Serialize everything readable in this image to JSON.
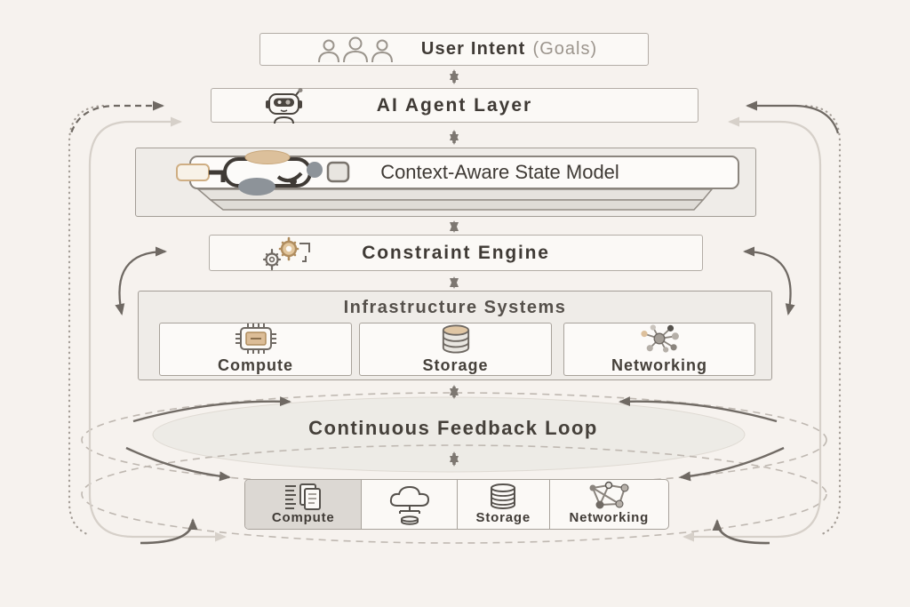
{
  "palette": {
    "background": "#f6f2ee",
    "box_fill": "#fbf9f6",
    "container_fill": "#efece8",
    "border": "#b3ada6",
    "dark_text": "#3f3a35",
    "muted_text": "#9c958d",
    "arrow_dark": "#6f6963",
    "arrow_light": "#d6d0c9",
    "dashed_loop": "#bfb8b1",
    "tan_accent": "#dcbd97",
    "shaded_cell": "#dcd8d3"
  },
  "nodes": {
    "user_intent": {
      "title": "User Intent",
      "subtitle": "(Goals)",
      "icon": "users-icon"
    },
    "ai_agent_layer": {
      "label": "AI Agent Layer",
      "icon": "robot-icon"
    },
    "state_model": {
      "label": "Context-Aware State Model",
      "icon": "flowchart-icon"
    },
    "constraint_engine": {
      "label": "Constraint Engine",
      "icon": "gears-icon"
    },
    "infrastructure": {
      "label": "Infrastructure Systems",
      "items": [
        {
          "label": "Compute",
          "icon": "cpu-icon"
        },
        {
          "label": "Storage",
          "icon": "database-icon"
        },
        {
          "label": "Networking",
          "icon": "network-hub-icon"
        }
      ]
    },
    "feedback_loop": {
      "label": "Continuous Feedback Loop"
    },
    "resource_row": {
      "items": [
        {
          "label": "Compute",
          "icon": "documents-icon",
          "shaded": true
        },
        {
          "label": "",
          "icon": "cloud-storage-icon",
          "shaded": false
        },
        {
          "label": "Storage",
          "icon": "database-stack-icon",
          "shaded": false
        },
        {
          "label": "Networking",
          "icon": "mesh-network-icon",
          "shaded": false
        }
      ]
    }
  }
}
